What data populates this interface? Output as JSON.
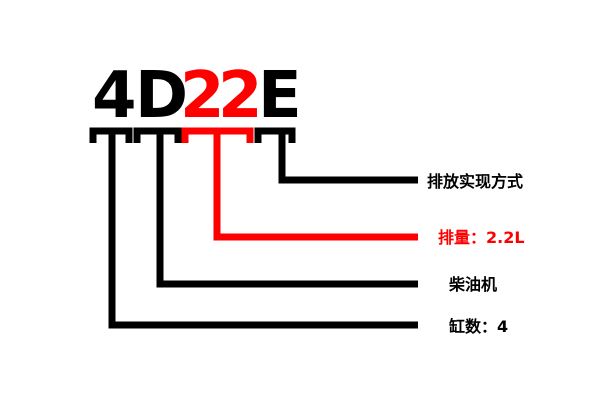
{
  "code": {
    "char_1": "4",
    "char_2": "D",
    "char_3": "2",
    "char_4": "2",
    "char_5": "E"
  },
  "labels": {
    "emission": "排放实现方式",
    "displacement": "排量：2.2L",
    "fuel": "柴油机",
    "cylinders": "缸数：4"
  },
  "colors": {
    "primary": "#000000",
    "highlight": "#ff0000",
    "background": "#ffffff"
  }
}
